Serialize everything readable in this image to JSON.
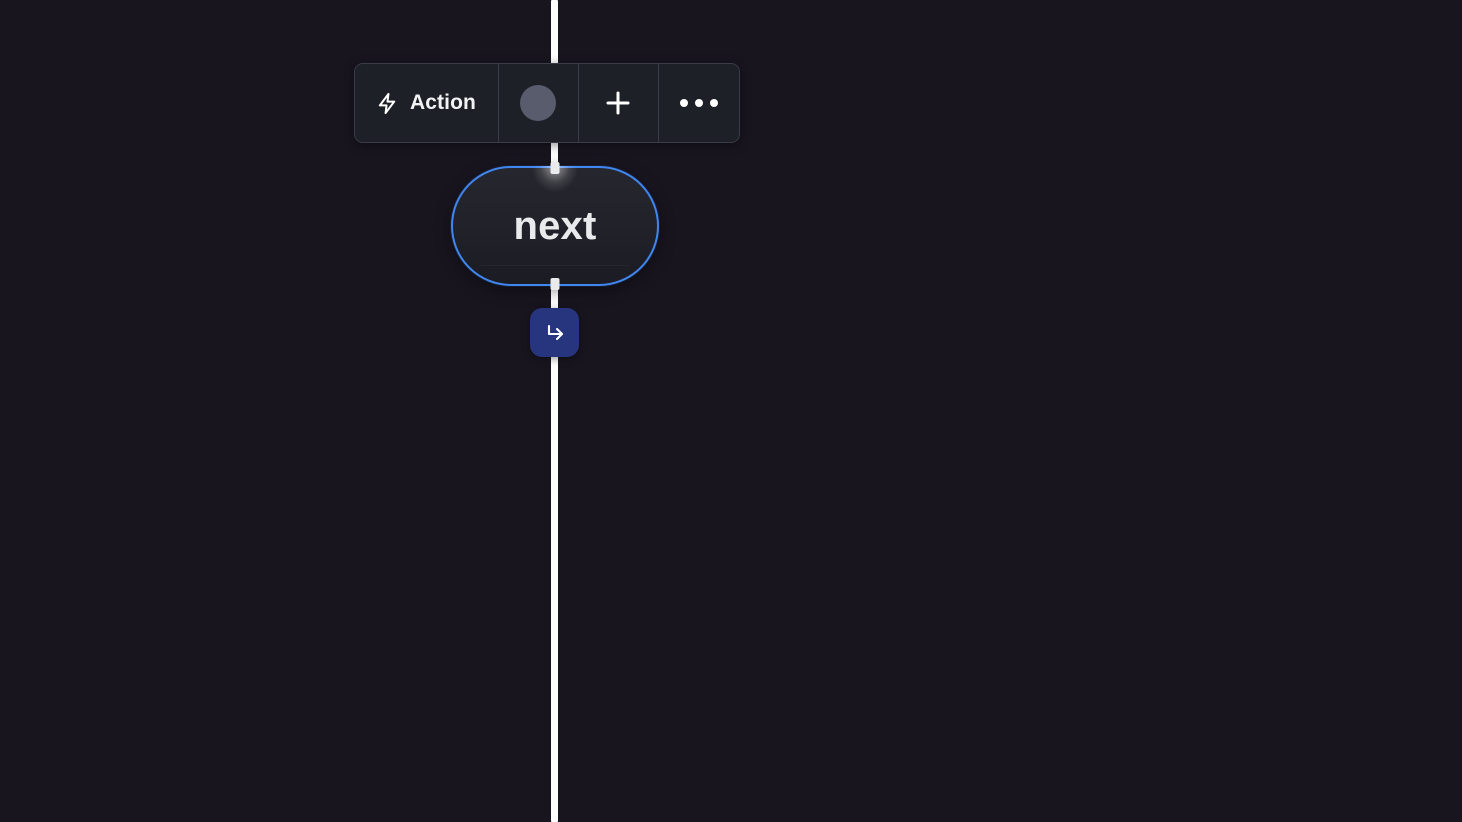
{
  "canvas": {
    "background_color": "#18151f",
    "edge_color": "#ffffff"
  },
  "toolbar": {
    "name": "node-action-toolbar",
    "background_color": "#1e2027",
    "border_color": "#3a3d47",
    "action_label": "Action",
    "zap_icon": "lightning-bolt-icon",
    "status_dot": {
      "icon": "status-dot-icon",
      "color": "#585c6d"
    },
    "add_icon": "plus-icon",
    "more_icon": "ellipsis-icon"
  },
  "node": {
    "name": "flow-node",
    "label": "next",
    "selected": true,
    "selection_color": "#3f86ef",
    "fill_color": "#23232b",
    "text_color": "#e9eaec"
  },
  "branch_button": {
    "name": "add-branch-button",
    "icon": "corner-down-right-arrow-icon",
    "background_color": "#27357e",
    "icon_color": "#ffffff"
  }
}
